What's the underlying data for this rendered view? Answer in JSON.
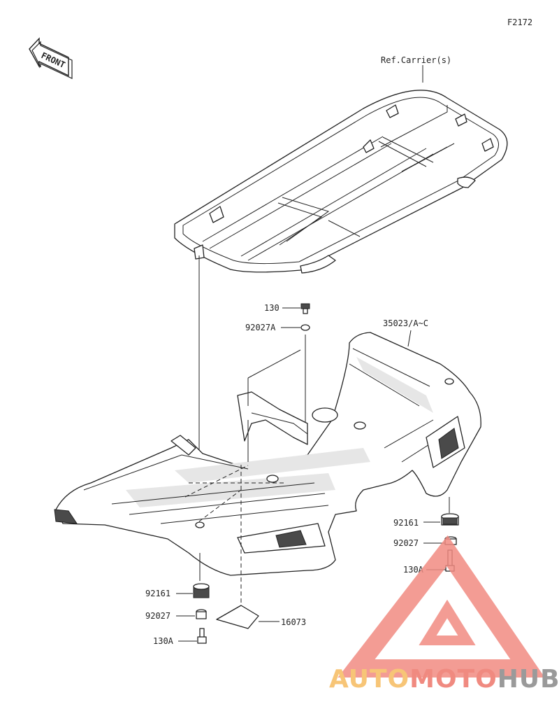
{
  "figure_code": "F2172",
  "front_label": "FRONT",
  "ref_carrier": "Ref.Carrier(s)",
  "parts": [
    {
      "id": "p130_top",
      "number": "130"
    },
    {
      "id": "p92027A",
      "number": "92027A"
    },
    {
      "id": "p35023",
      "number": "35023/A~C"
    },
    {
      "id": "p92161_right",
      "number": "92161"
    },
    {
      "id": "p92027_right",
      "number": "92027"
    },
    {
      "id": "p130A_right",
      "number": "130A"
    },
    {
      "id": "p92161_left",
      "number": "92161"
    },
    {
      "id": "p92027_left",
      "number": "92027"
    },
    {
      "id": "p130A_left",
      "number": "130A"
    },
    {
      "id": "p16073",
      "number": "16073"
    }
  ],
  "watermark": {
    "text_auto": "AUTO",
    "text_moto": "MOTO",
    "text_hub": "HUB",
    "color_auto": "#f7c577",
    "color_moto": "#f08a80",
    "color_hub": "#9a9a9a",
    "logo_color": "#f18b82"
  }
}
